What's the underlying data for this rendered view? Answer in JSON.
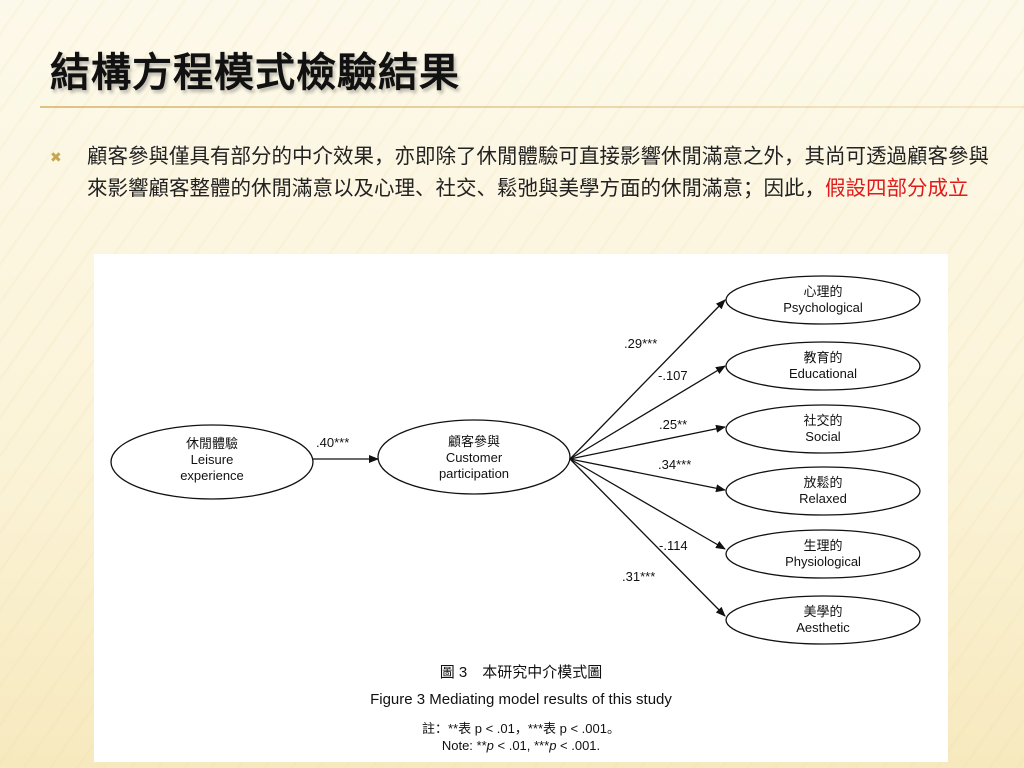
{
  "slide": {
    "title": "結構方程模式檢驗結果",
    "bullet_text": "顧客參與僅具有部分的中介效果，亦即除了休閒體驗可直接影響休閒滿意之外，其尚可透過顧客參與來影響顧客整體的休閒滿意以及心理、社交、鬆弛與美學方面的休閒滿意；因此，",
    "bullet_highlight": "假設四部分成立",
    "highlight_color": "#e01a1a",
    "bullet_icon": "x-bullet-icon"
  },
  "diagram": {
    "nodes": {
      "leisure": {
        "zh": "休閒體驗",
        "en1": "Leisure",
        "en2": "experience"
      },
      "customer": {
        "zh": "顧客參與",
        "en1": "Customer",
        "en2": "participation"
      },
      "outcomes": [
        {
          "zh": "心理的",
          "en": "Psychological"
        },
        {
          "zh": "教育的",
          "en": "Educational"
        },
        {
          "zh": "社交的",
          "en": "Social"
        },
        {
          "zh": "放鬆的",
          "en": "Relaxed"
        },
        {
          "zh": "生理的",
          "en": "Physiological"
        },
        {
          "zh": "美學的",
          "en": "Aesthetic"
        }
      ]
    },
    "edges": {
      "main": ".40***",
      "outcomes": [
        ".29***",
        "-.107",
        ".25**",
        ".34***",
        "-.114",
        ".31***"
      ]
    },
    "caption": {
      "zh": "圖 3　本研究中介模式圖",
      "en": "Figure 3    Mediating model results of this study",
      "note_zh": "註：**表 p < .01，***表 p < .001。",
      "note_en_prefix": "Note: **",
      "note_en_p1": "p",
      "note_en_mid": " < .01, ***",
      "note_en_p2": "p",
      "note_en_suffix": " < .001."
    }
  }
}
